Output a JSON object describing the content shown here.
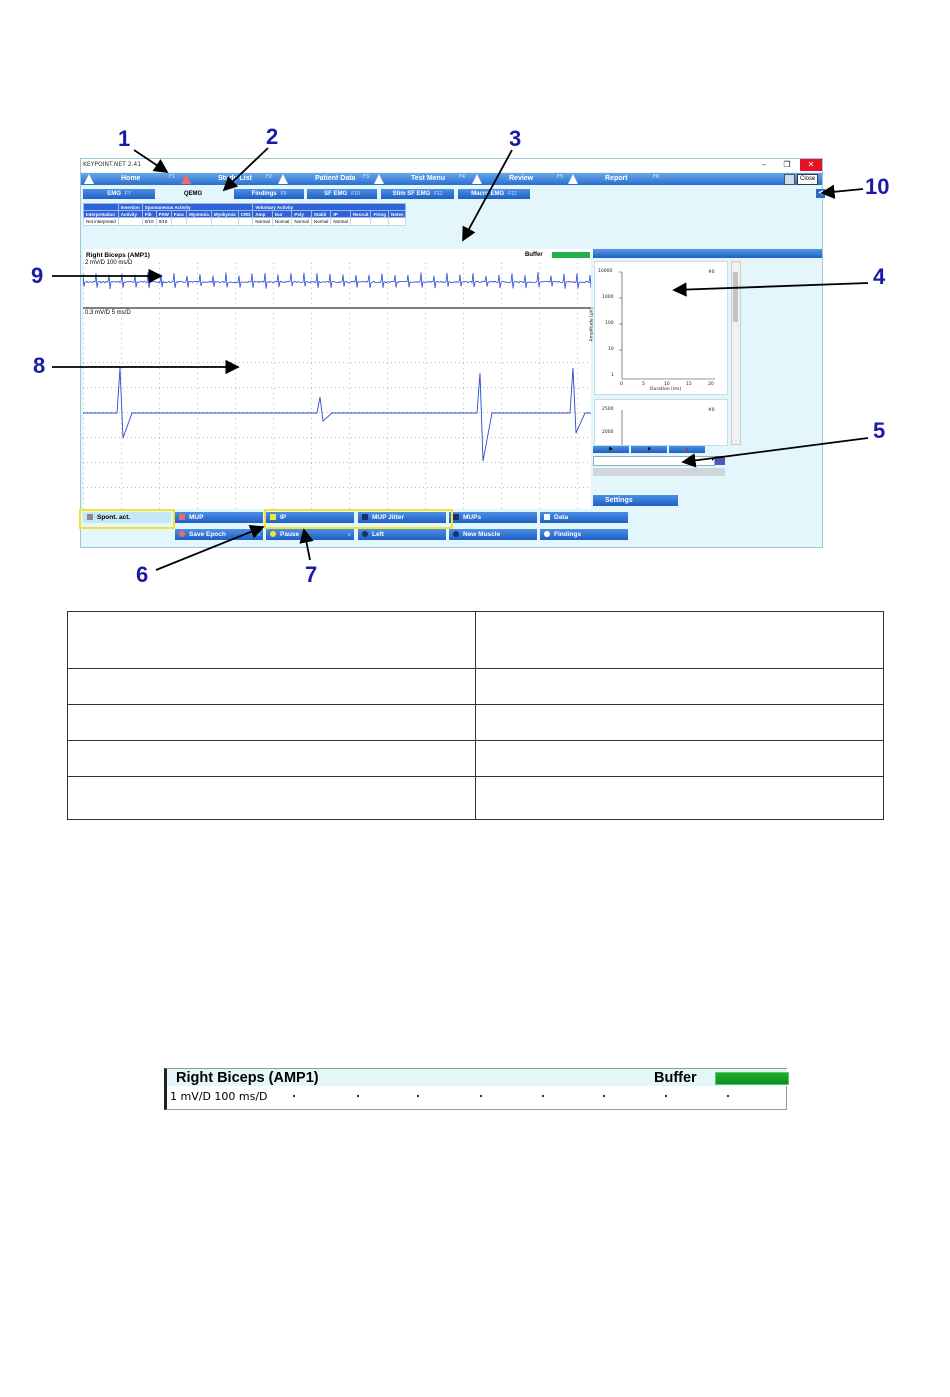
{
  "window": {
    "title": "KEYPOINT.NET 2.41",
    "controls": {
      "minimize": "–",
      "restore": "❐",
      "close": "✕"
    },
    "close_label": "Close"
  },
  "menu": [
    {
      "label": "Home",
      "key": "F1",
      "warn": "white"
    },
    {
      "label": "Study List",
      "key": "F2",
      "warn": "red"
    },
    {
      "label": "Patient Data",
      "key": "F3",
      "warn": "white"
    },
    {
      "label": "Test Menu",
      "key": "F4",
      "warn": "white"
    },
    {
      "label": "Review",
      "key": "F5",
      "warn": "white"
    },
    {
      "label": "Report",
      "key": "F6",
      "warn": "white"
    }
  ],
  "tabs": [
    {
      "label": "EMG",
      "key": "F7"
    },
    {
      "label": "QEMG",
      "key": ""
    },
    {
      "label": "Findings",
      "key": "F9"
    },
    {
      "label": "SF EMG",
      "key": "F10"
    },
    {
      "label": "Stim SF EMG",
      "key": "F11"
    },
    {
      "label": "Macro EMG",
      "key": "F12"
    }
  ],
  "collapse_icon": "◀",
  "findings": {
    "group_headers": [
      "Insertion",
      "Spontaneous Activity",
      "Voluntary Activity"
    ],
    "columns": [
      "Interpretation",
      "Activity",
      "Fib",
      "PSW",
      "Fasc",
      "Myotonia",
      "Myokymia",
      "CRD",
      "Amp",
      "Dur",
      "Poly",
      "Stabil",
      "IP",
      "Recruit",
      "Firing",
      "Notes"
    ],
    "row": [
      "Not interpreted",
      "",
      "0/10",
      "0/10",
      "",
      "",
      "",
      "",
      "Normal",
      "Normal",
      "Normal",
      "Normal",
      "Normal",
      "",
      "",
      ""
    ]
  },
  "trace": {
    "muscle": "Right Biceps (AMP1)",
    "buffer_label": "Buffer",
    "top_scale": "2 mV/D 100 ms/D",
    "bottom_scale": "0.3 mV/D 5 ms/D"
  },
  "plot1": {
    "counter": "#0",
    "ylabel": "Amplitude [µV]",
    "xlabel": "Duration (ms)",
    "yticks": [
      "10000",
      "1000",
      "100",
      "10",
      "1"
    ],
    "xticks": [
      "0",
      "5",
      "10",
      "15",
      "20"
    ]
  },
  "plot2": {
    "counter": "#0",
    "yticks": [
      "2500",
      "2000"
    ]
  },
  "settings_label": "Settings",
  "actions_row1": [
    {
      "label": "Spont. act.",
      "key": "",
      "ind": "#8a8a8a",
      "shape": "square"
    },
    {
      "label": "MUP",
      "key": "",
      "ind": "#e86a6a",
      "shape": "square"
    },
    {
      "label": "IP",
      "key": "",
      "ind": "#f2e530",
      "shape": "square"
    },
    {
      "label": "MUP Jitter",
      "key": "",
      "ind": "#1d2f6a",
      "shape": "square"
    },
    {
      "label": "MUPs",
      "key": "",
      "ind": "#1d2f6a",
      "shape": "square"
    },
    {
      "label": "Data",
      "key": "",
      "ind": "#ffffff",
      "shape": "square"
    }
  ],
  "actions_row2": [
    {
      "label": "Save Epoch",
      "key": "A",
      "ind": "#e86a6a",
      "shape": "round"
    },
    {
      "label": "Pause",
      "key": "C",
      "ind": "#f2e530",
      "shape": "round"
    },
    {
      "label": "Left",
      "key": "",
      "ind": "#1d2f6a",
      "shape": "round"
    },
    {
      "label": "New Muscle",
      "key": "",
      "ind": "#1d2f6a",
      "shape": "round"
    },
    {
      "label": "Findings",
      "key": "",
      "ind": "#ffffff",
      "shape": "round"
    }
  ],
  "callouts": [
    "1",
    "2",
    "3",
    "4",
    "5",
    "6",
    "7",
    "8",
    "9",
    "10"
  ],
  "zoom": {
    "muscle": "Right Biceps (AMP1)",
    "buffer_label": "Buffer",
    "scale": "1 mV/D 100 ms/D"
  },
  "colors": {
    "accent": "#2a6fd0",
    "buffer": "#22b14c",
    "highlight": "#f2e530",
    "callout": "#1a1aa8"
  }
}
